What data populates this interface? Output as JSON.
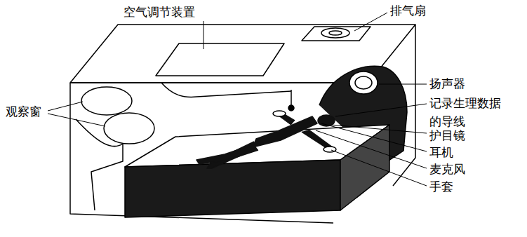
{
  "diagram": {
    "labels": [
      "空气调节装置",
      "排气扇",
      "观察窗",
      "扬声器",
      "记录生理数据 的导线",
      "护目镜",
      "耳机",
      "麦克风",
      "手套"
    ]
  }
}
